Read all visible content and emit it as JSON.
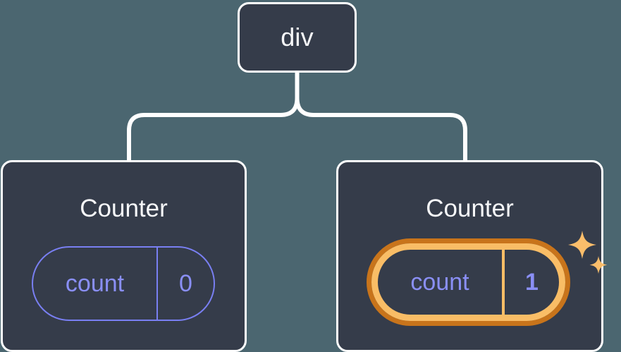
{
  "diagram": {
    "type": "component-tree",
    "background_color": "#4b6670",
    "node_fill_color": "#353c4a",
    "node_border_color": "#ffffff",
    "connector_color": "#ffffff",
    "state_color": "#8a8ff6",
    "highlight_outer_color": "#c8741b",
    "highlight_inner_color": "#f9bd66",
    "root": {
      "label": "div"
    },
    "children": [
      {
        "label": "Counter",
        "state": {
          "key": "count",
          "value": "0"
        },
        "highlighted": "false"
      },
      {
        "label": "Counter",
        "state": {
          "key": "count",
          "value": "1"
        },
        "highlighted": "true",
        "sparkle_icons": [
          "sparkle-large",
          "sparkle-small"
        ]
      }
    ]
  }
}
